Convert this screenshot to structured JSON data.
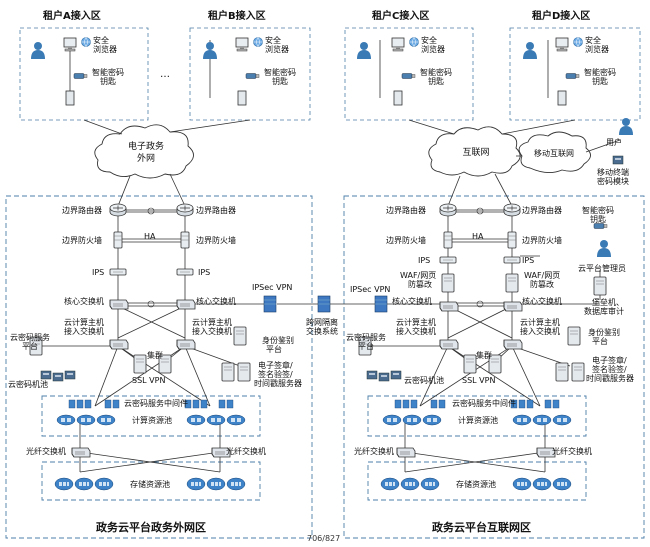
{
  "tenant_zones": [
    "租户A接入区",
    "租户B接入区",
    "租户C接入区",
    "租户D接入区"
  ],
  "ellipsis": "…",
  "tenant_labels": {
    "browser_line1": "安全",
    "browser_line2": "浏览器",
    "key_line1": "智能密码",
    "key_line2": "钥匙"
  },
  "clouds": {
    "egov_line1": "电子政务",
    "egov_line2": "外网",
    "internet": "互联网",
    "mobile_internet": "移动互联网"
  },
  "user_side": {
    "user": "用户",
    "mobile_module_line1": "移动终端",
    "mobile_module_line2": "密码模块"
  },
  "devices": {
    "border_router": "边界路由器",
    "border_firewall": "边界防火墙",
    "ha": "HA",
    "ips": "IPS",
    "core_switch": "核心交换机",
    "ipsec_vpn": "IPSec VPN",
    "cloud_host_access_line1": "云计算主机",
    "cloud_host_access_line2": "接入交换机",
    "crypto_service_line1": "云密码服务",
    "crypto_service_line2": "平台",
    "crypto_pool": "云密码机池",
    "cluster": "集群",
    "ssl_vpn": "SSL VPN",
    "identity_line1": "身份鉴别",
    "identity_line2": "平台",
    "esign_line1": "电子签章/",
    "esign_line2": "签名验签/",
    "esign_line3": "时间戳服务器",
    "middleware": "云密码服务中间件",
    "compute_pool": "计算资源池",
    "fiber_switch": "光纤交换机",
    "storage_pool": "存储资源池",
    "gap_line1": "跨网隔离",
    "gap_line2": "交换系统",
    "waf_line1": "WAF/网页",
    "waf_line2": "防篡改",
    "smart_key_line1": "智能密码",
    "smart_key_line2": "钥匙",
    "admin": "云平台管理员",
    "bastion_line1": "堡垒机、",
    "bastion_line2": "数据库审计"
  },
  "zones": {
    "left": "政务云平台政务外网区",
    "right": "政务云平台互联网区"
  },
  "page_number": "706/827"
}
